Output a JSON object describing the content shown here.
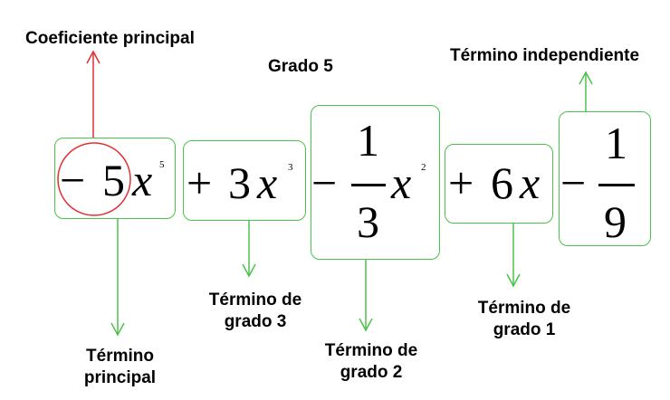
{
  "labels": {
    "leading_coefficient": "Coeficiente principal",
    "degree": "Grado 5",
    "constant_term": "Término independiente",
    "leading_term_line1": "Término",
    "leading_term_line2": "principal",
    "term_degree3_line1": "Término de",
    "term_degree3_line2": "grado 3",
    "term_degree2_line1": "Término de",
    "term_degree2_line2": "grado 2",
    "term_degree1_line1": "Término de",
    "term_degree1_line2": "grado 1"
  },
  "polynomial": {
    "t1": {
      "sign": "−",
      "coef": "5",
      "var": "x",
      "exp": "5"
    },
    "t2": {
      "sign": "+",
      "coef": "3",
      "var": "x",
      "exp": "3"
    },
    "t3": {
      "sign": "−",
      "num": "1",
      "den": "3",
      "var": "x",
      "exp": "2"
    },
    "t4": {
      "sign": "+",
      "coef": "6",
      "var": "x"
    },
    "t5": {
      "sign": "−",
      "num": "1",
      "den": "9"
    }
  },
  "colors": {
    "box": "#4cc24c",
    "arrow_green": "#4cc24c",
    "arrow_red": "#e03030",
    "circle": "#e03030"
  }
}
